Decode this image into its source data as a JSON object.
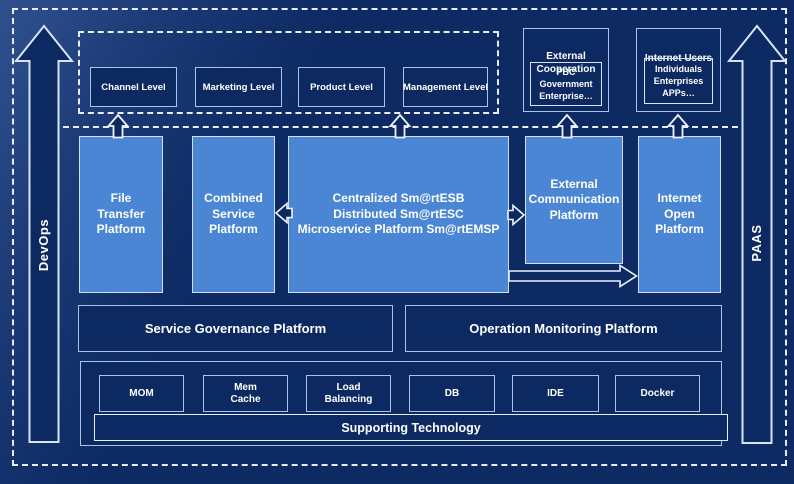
{
  "rails": {
    "devops": "DevOps",
    "paas": "PAAS"
  },
  "top_levels": {
    "items": [
      "Channel Level",
      "Marketing Level",
      "Product Level",
      "Management Level"
    ]
  },
  "external_cooperation": {
    "title": "External\nCooperation",
    "content": "PBC Government\nEnterprise…"
  },
  "internet_users": {
    "title": "Internet Users",
    "content": "Individuals\nEnterprises\nAPPs…"
  },
  "platforms": {
    "file_transfer": "File\nTransfer\nPlatform",
    "combined_service": "Combined\nService\nPlatform",
    "esb_suite": "Centralized Sm@rtESB\nDistributed Sm@rtESC\nMicroservice Platform Sm@rtEMSP",
    "external_communication": "External\nCommunication\nPlatform",
    "internet_open": "Internet\nOpen\nPlatform"
  },
  "governance": {
    "service_governance": "Service Governance Platform",
    "operation_monitoring": "Operation Monitoring Platform"
  },
  "supporting": {
    "label": "Supporting Technology",
    "technologies": [
      "MOM",
      "Mem\nCache",
      "Load\nBalancing",
      "DB",
      "IDE",
      "Docker"
    ]
  },
  "icons": {
    "devops_rail": "up-block-arrow",
    "paas_rail": "up-block-arrow",
    "layer_links": "up-arrow",
    "esb_to_combined": "left-arrow",
    "esb_to_external_comm": "right-arrow",
    "esb_to_internet_open": "long-right-arrow"
  },
  "colors": {
    "background": "#0d2a63",
    "panel_fill": "#0c2961",
    "platform_fill": "#4a86d3",
    "border_light": "#cfe0f5",
    "dashed_line": "#e8eef9",
    "text": "#ffffff"
  }
}
